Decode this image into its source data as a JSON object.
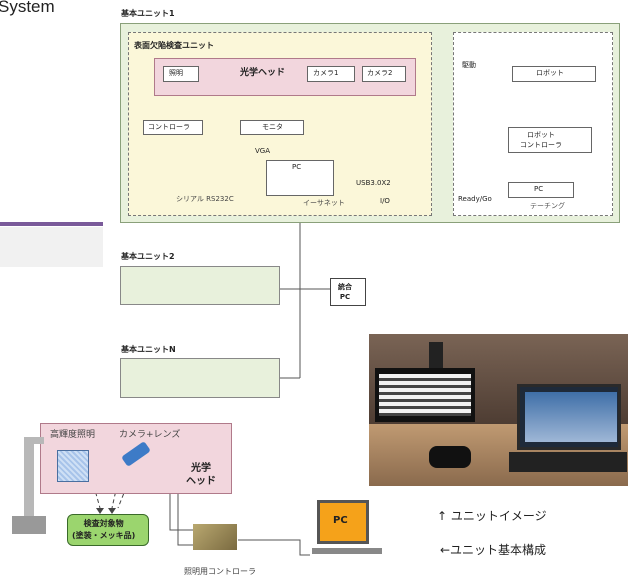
{
  "top_left_text": "System",
  "unit1": {
    "title": "基本ユニット1",
    "inspection_unit": "表面欠陥検査ユニット",
    "illumination": "照明",
    "optical_head": "光学ヘッド",
    "camera1": "カメラ1",
    "camera2": "カメラ2",
    "controller": "コントローラ",
    "monitor": "モニタ",
    "vga": "VGA",
    "pc": "PC",
    "serial": "シリアル RS232C",
    "ethernet": "イーサネット",
    "usb": "USB3.0X2",
    "io": "I/O",
    "drive": "駆動",
    "robot": "ロボット",
    "robot_controller": "ロボット\nコントローラ",
    "robot_pc": "PC",
    "ready_go": "Ready/Go",
    "teaching": "テーチング"
  },
  "unit2": {
    "title": "基本ユニット2"
  },
  "unitN": {
    "title": "基本ユニットN"
  },
  "integration_pc": "統合\nPC",
  "lower": {
    "high_brightness_light": "高輝度照明",
    "camera_lens": "カメラ+レンズ",
    "optical_head": "光学\nヘッド",
    "inspection_object": "検査対象物\n(塗装・メッキ品)",
    "pc": "PC",
    "light_controller": "照明用コントローラ"
  },
  "captions": {
    "unit_image": "↑ ユニットイメージ",
    "unit_config": "←ユニット基本構成"
  },
  "colors": {
    "yellow_fill": "#fbf7d9",
    "pink_fill": "#f2d6dd",
    "green_fill": "#e8f1dc",
    "object_fill": "#9bd56e",
    "gray_border": "#777777",
    "purple_bar": "#7a5a9a"
  }
}
